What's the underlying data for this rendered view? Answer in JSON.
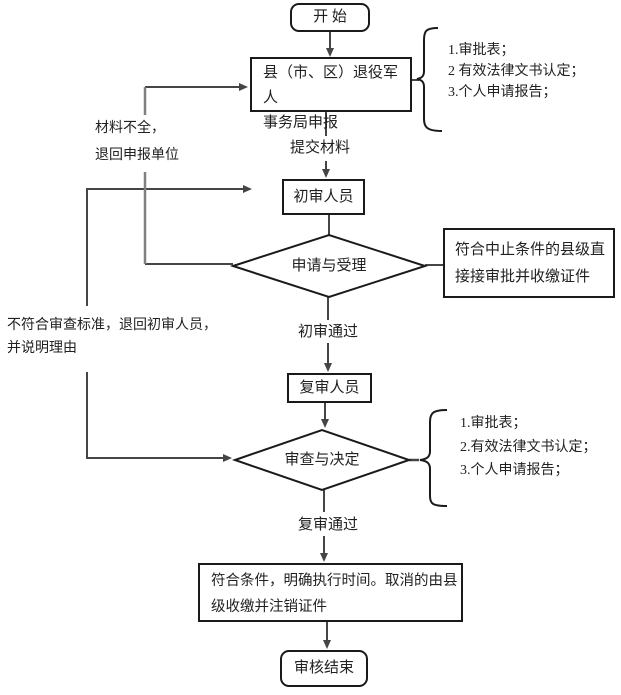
{
  "colors": {
    "shape_border": "#1a1a1a",
    "connector": "#454545",
    "feedback_line": "#808080",
    "text": "#212121",
    "background": "#ffffff"
  },
  "nodes": {
    "start": {
      "label": "开 始"
    },
    "declare": {
      "line1": "县（市、区）退役军人",
      "line2": "事务局申报"
    },
    "submit_materials_label": "提交材料",
    "first_review": {
      "label": "初审人员"
    },
    "decision_accept": {
      "label": "申请与受理"
    },
    "suspend": {
      "line1": "符合中止条件的县级直",
      "line2": "接接审批并收缴证件"
    },
    "first_pass_label": "初审通过",
    "second_review": {
      "label": "复审人员"
    },
    "decision_final": {
      "label": "审查与决定"
    },
    "second_pass_label": "复审通过",
    "result": {
      "line1": "符合条件，明确执行时间。取消的由县",
      "line2": "级收缴并注销证件"
    },
    "end": {
      "label": "审核结束"
    }
  },
  "side_notes": {
    "incomplete": {
      "line1": "材料不全，",
      "line2": "退回申报单位"
    },
    "nonconforming": {
      "line1": "不符合审查标准，退回初审人员，",
      "line2": "并说明理由"
    }
  },
  "brackets": {
    "first": {
      "items": [
        "1.审批表；",
        "2 有效法律文书认定；",
        "3.个人申请报告；"
      ]
    },
    "second": {
      "items": [
        "1.审批表；",
        "2.有效法律文书认定；",
        "3.个人申请报告；"
      ]
    }
  }
}
